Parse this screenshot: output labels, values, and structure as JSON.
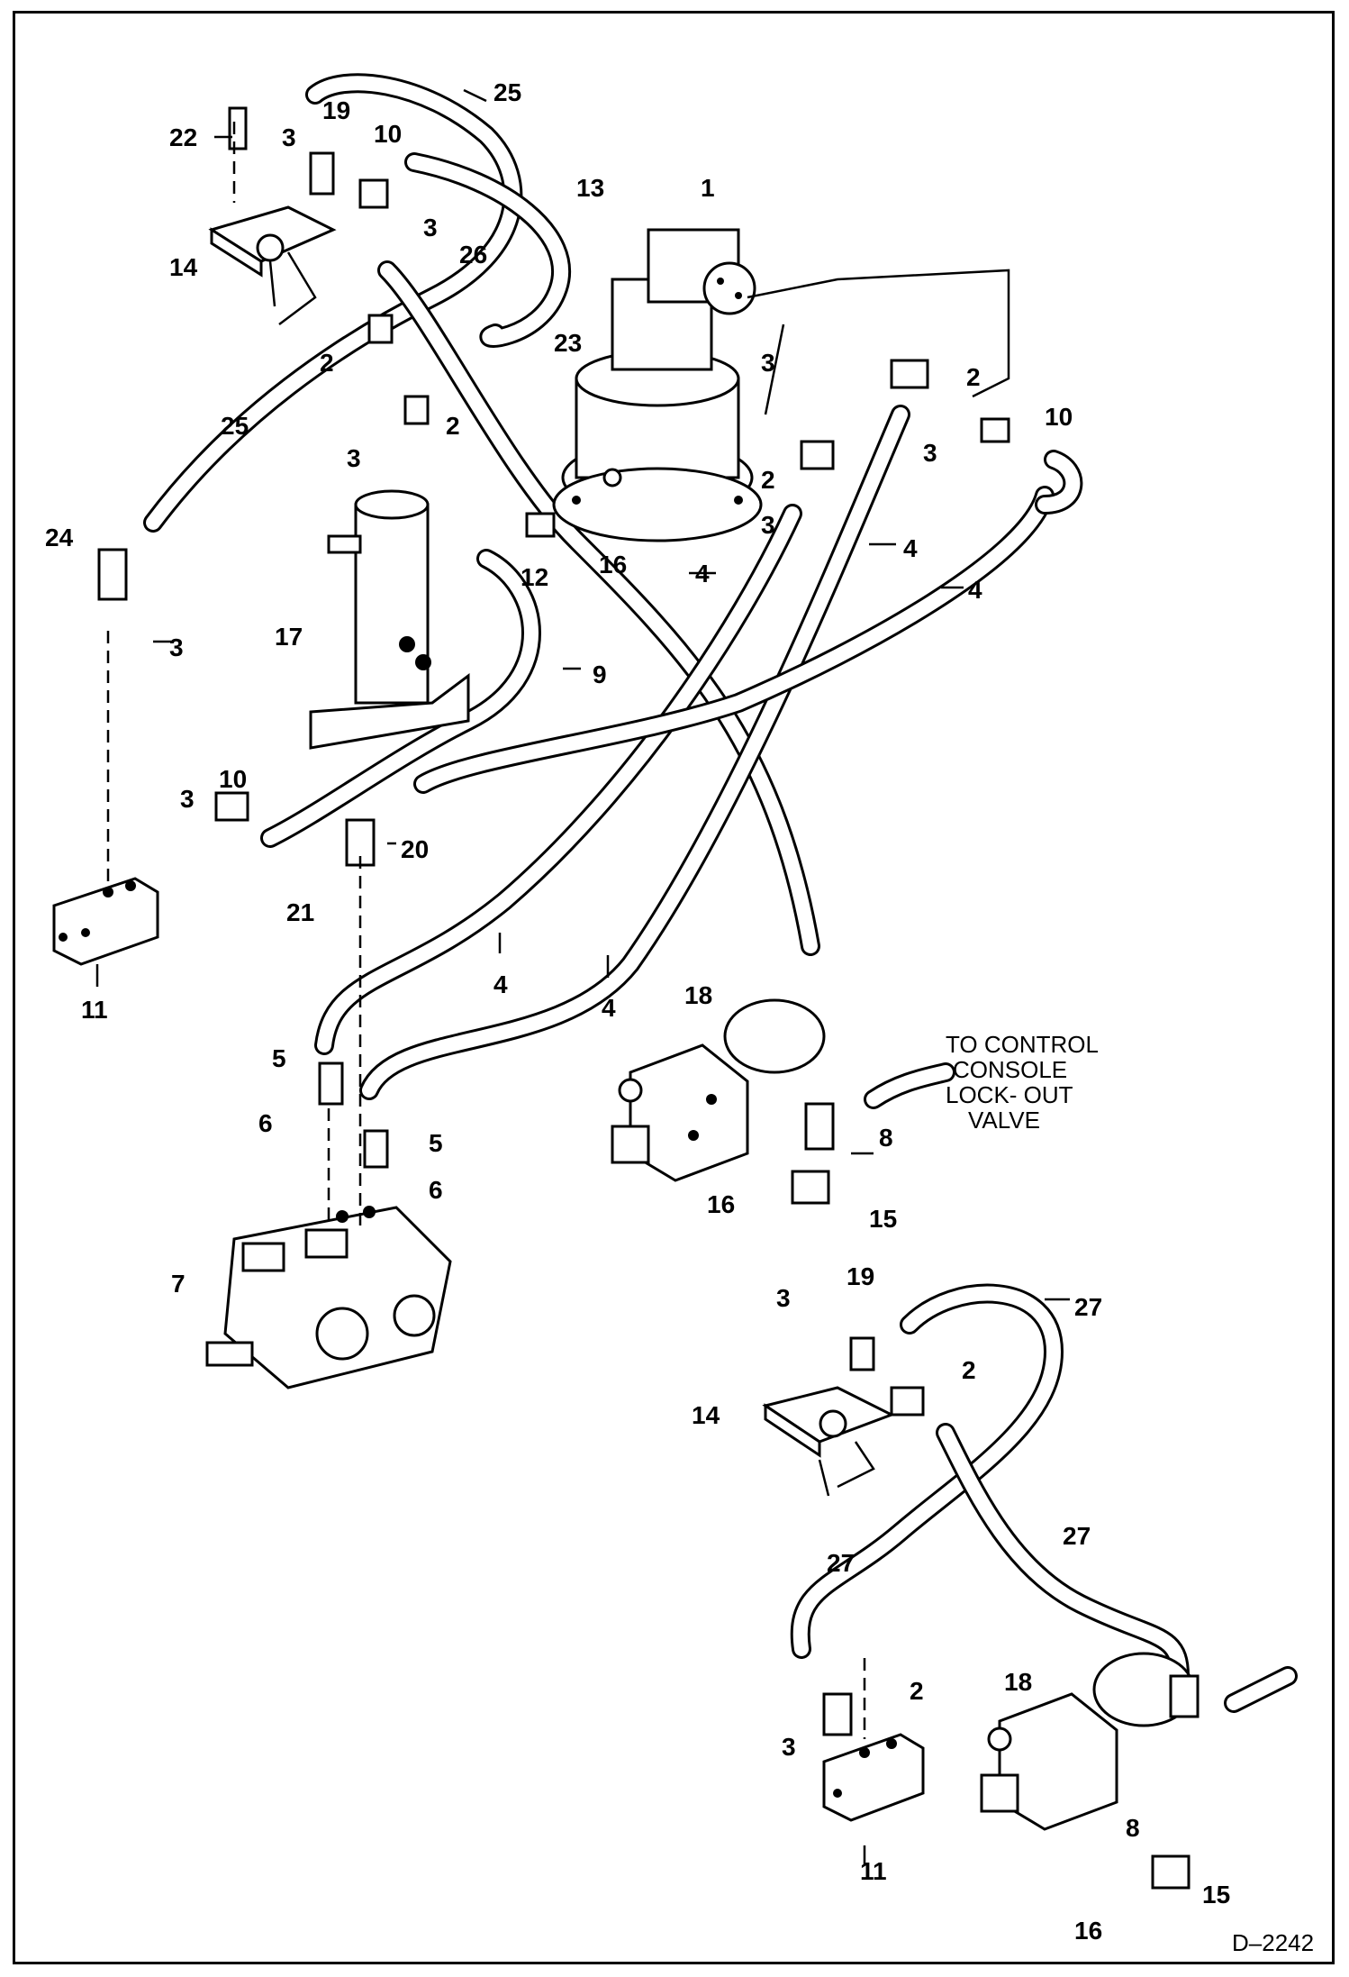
{
  "drawing_number": "D–2242",
  "note": {
    "lines": [
      "TO CONTROL",
      "CONSOLE",
      "LOCK- OUT",
      "VALVE"
    ]
  },
  "callouts": {
    "c1": "1",
    "c2a": "2",
    "c2b": "2",
    "c2c": "2",
    "c2d": "2",
    "c2e": "2",
    "c2f": "2",
    "c3a": "3",
    "c3b": "3",
    "c3c": "3",
    "c3d": "3",
    "c3e": "3",
    "c3f": "3",
    "c3g": "3",
    "c3h": "3",
    "c3i": "3",
    "c3j": "3",
    "c4a": "4",
    "c4b": "4",
    "c4c": "4",
    "c4d": "4",
    "c4e": "4",
    "c5a": "5",
    "c5b": "5",
    "c6a": "6",
    "c6b": "6",
    "c7": "7",
    "c8a": "8",
    "c8b": "8",
    "c9": "9",
    "c10a": "10",
    "c10b": "10",
    "c10c": "10",
    "c11a": "11",
    "c11b": "11",
    "c12": "12",
    "c13": "13",
    "c14a": "14",
    "c14b": "14",
    "c15a": "15",
    "c15b": "15",
    "c16a": "16",
    "c16b": "16",
    "c16c": "16",
    "c17": "17",
    "c18a": "18",
    "c18b": "18",
    "c19a": "19",
    "c19b": "19",
    "c20": "20",
    "c21": "21",
    "c22": "22",
    "c23": "23",
    "c24": "24",
    "c25a": "25",
    "c25b": "25",
    "c26": "26",
    "c27a": "27",
    "c27b": "27",
    "c27c": "27"
  }
}
